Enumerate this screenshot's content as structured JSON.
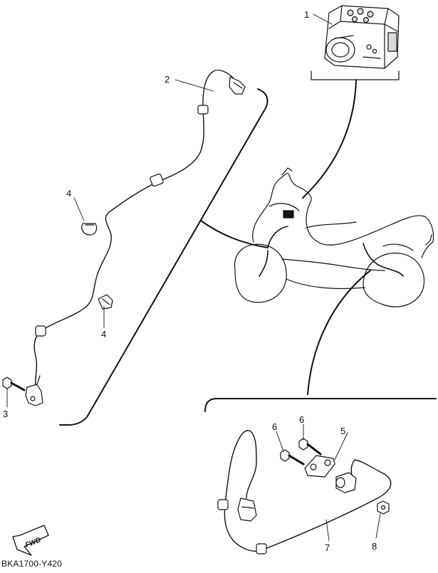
{
  "callouts": {
    "c1": "1",
    "c2": "2",
    "c3": "3",
    "c4a": "4",
    "c4b": "4",
    "c5": "5",
    "c6a": "6",
    "c6b": "6",
    "c7": "7",
    "c8": "8"
  },
  "footer": {
    "diagram_code": "BKA1700-Y420",
    "direction_label": "FWD"
  },
  "colors": {
    "line": "#111111",
    "part_fill": "#ffffff",
    "part_shade": "#d9d9d9"
  },
  "icons": {
    "direction_arrow": "fwd-arrow-icon"
  }
}
